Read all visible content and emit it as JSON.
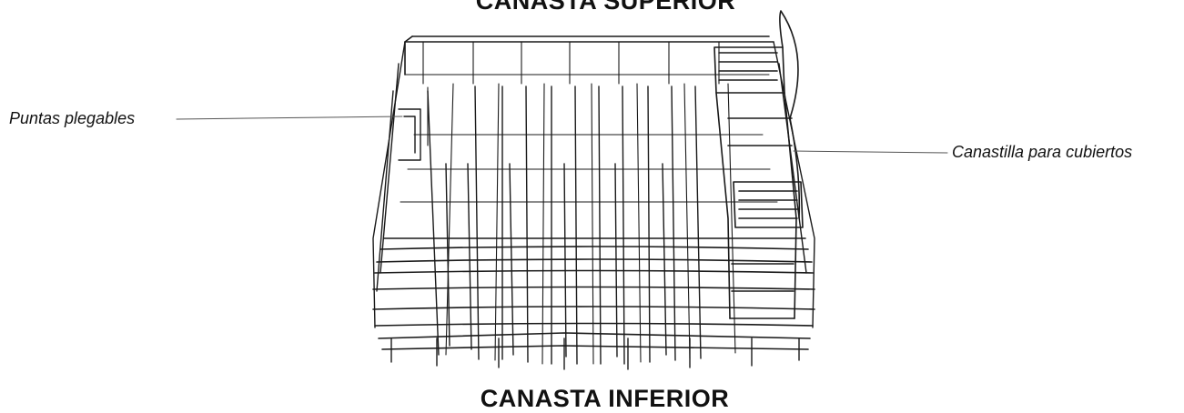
{
  "headings": {
    "top": "CANASTA SUPERIOR",
    "bottom": "CANASTA INFERIOR"
  },
  "callouts": {
    "left": "Puntas plegables",
    "right": "Canastilla para cubiertos"
  },
  "colors": {
    "line": "#1a1a1a",
    "background": "#ffffff"
  }
}
